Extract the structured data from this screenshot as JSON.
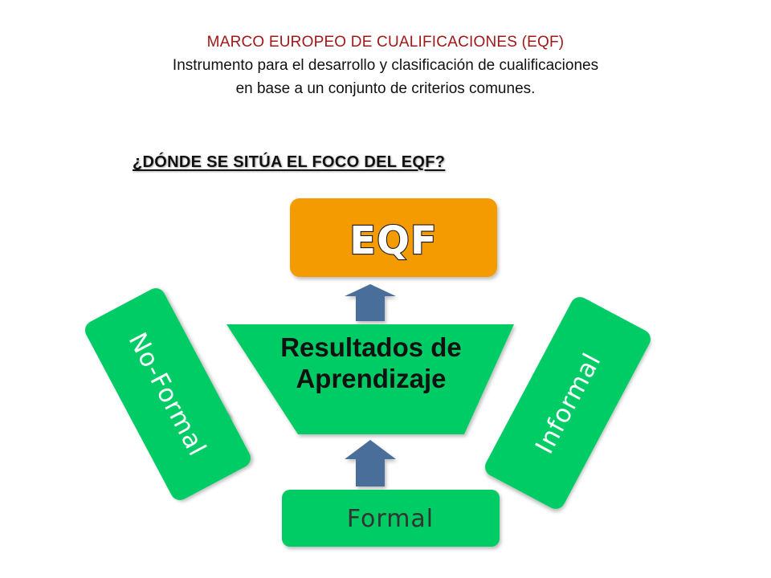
{
  "header": {
    "title": "MARCO EUROPEO DE CUALIFICACIONES (EQF)",
    "subtitle_line1": "Instrumento para el desarrollo y clasificación  de cualificaciones",
    "subtitle_line2": "en base a un conjunto de criterios comunes."
  },
  "question": "¿DÓNDE SE SITÚA EL FOCO DEL EQF?",
  "diagram": {
    "top_box": "EQF",
    "center_line1": "Resultados de",
    "center_line2": "Aprendizaje",
    "left_box": "No-Formal",
    "right_box": "Informal",
    "bottom_box": "Formal"
  },
  "colors": {
    "orange": "#F39B00",
    "green": "#00CC66",
    "arrow": "#4A6E9A",
    "title_red": "#A01818"
  }
}
